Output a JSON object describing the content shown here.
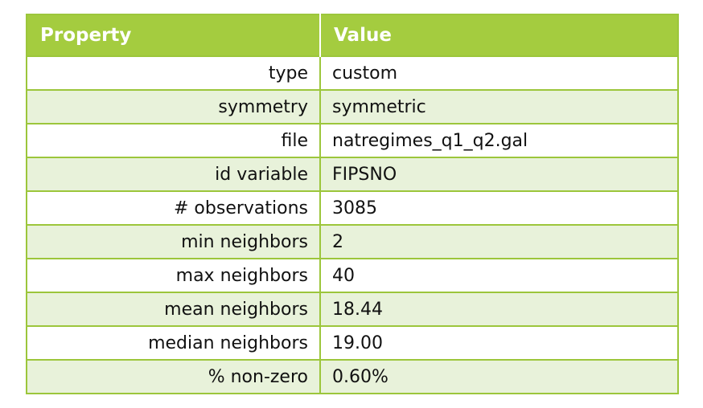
{
  "table": {
    "headers": {
      "property": "Property",
      "value": "Value"
    },
    "rows": [
      {
        "property": "type",
        "value": "custom"
      },
      {
        "property": "symmetry",
        "value": "symmetric"
      },
      {
        "property": "file",
        "value": "natregimes_q1_q2.gal"
      },
      {
        "property": "id variable",
        "value": "FIPSNO"
      },
      {
        "property": "# observations",
        "value": "3085"
      },
      {
        "property": "min neighbors",
        "value": "2"
      },
      {
        "property": "max neighbors",
        "value": "40"
      },
      {
        "property": "mean neighbors",
        "value": "18.44"
      },
      {
        "property": "median neighbors",
        "value": "19.00"
      },
      {
        "property": "% non-zero",
        "value": "0.60%"
      }
    ]
  },
  "colors": {
    "header_bg": "#a4cc3f",
    "border": "#9cc63b",
    "stripe": "#e8f2da"
  }
}
